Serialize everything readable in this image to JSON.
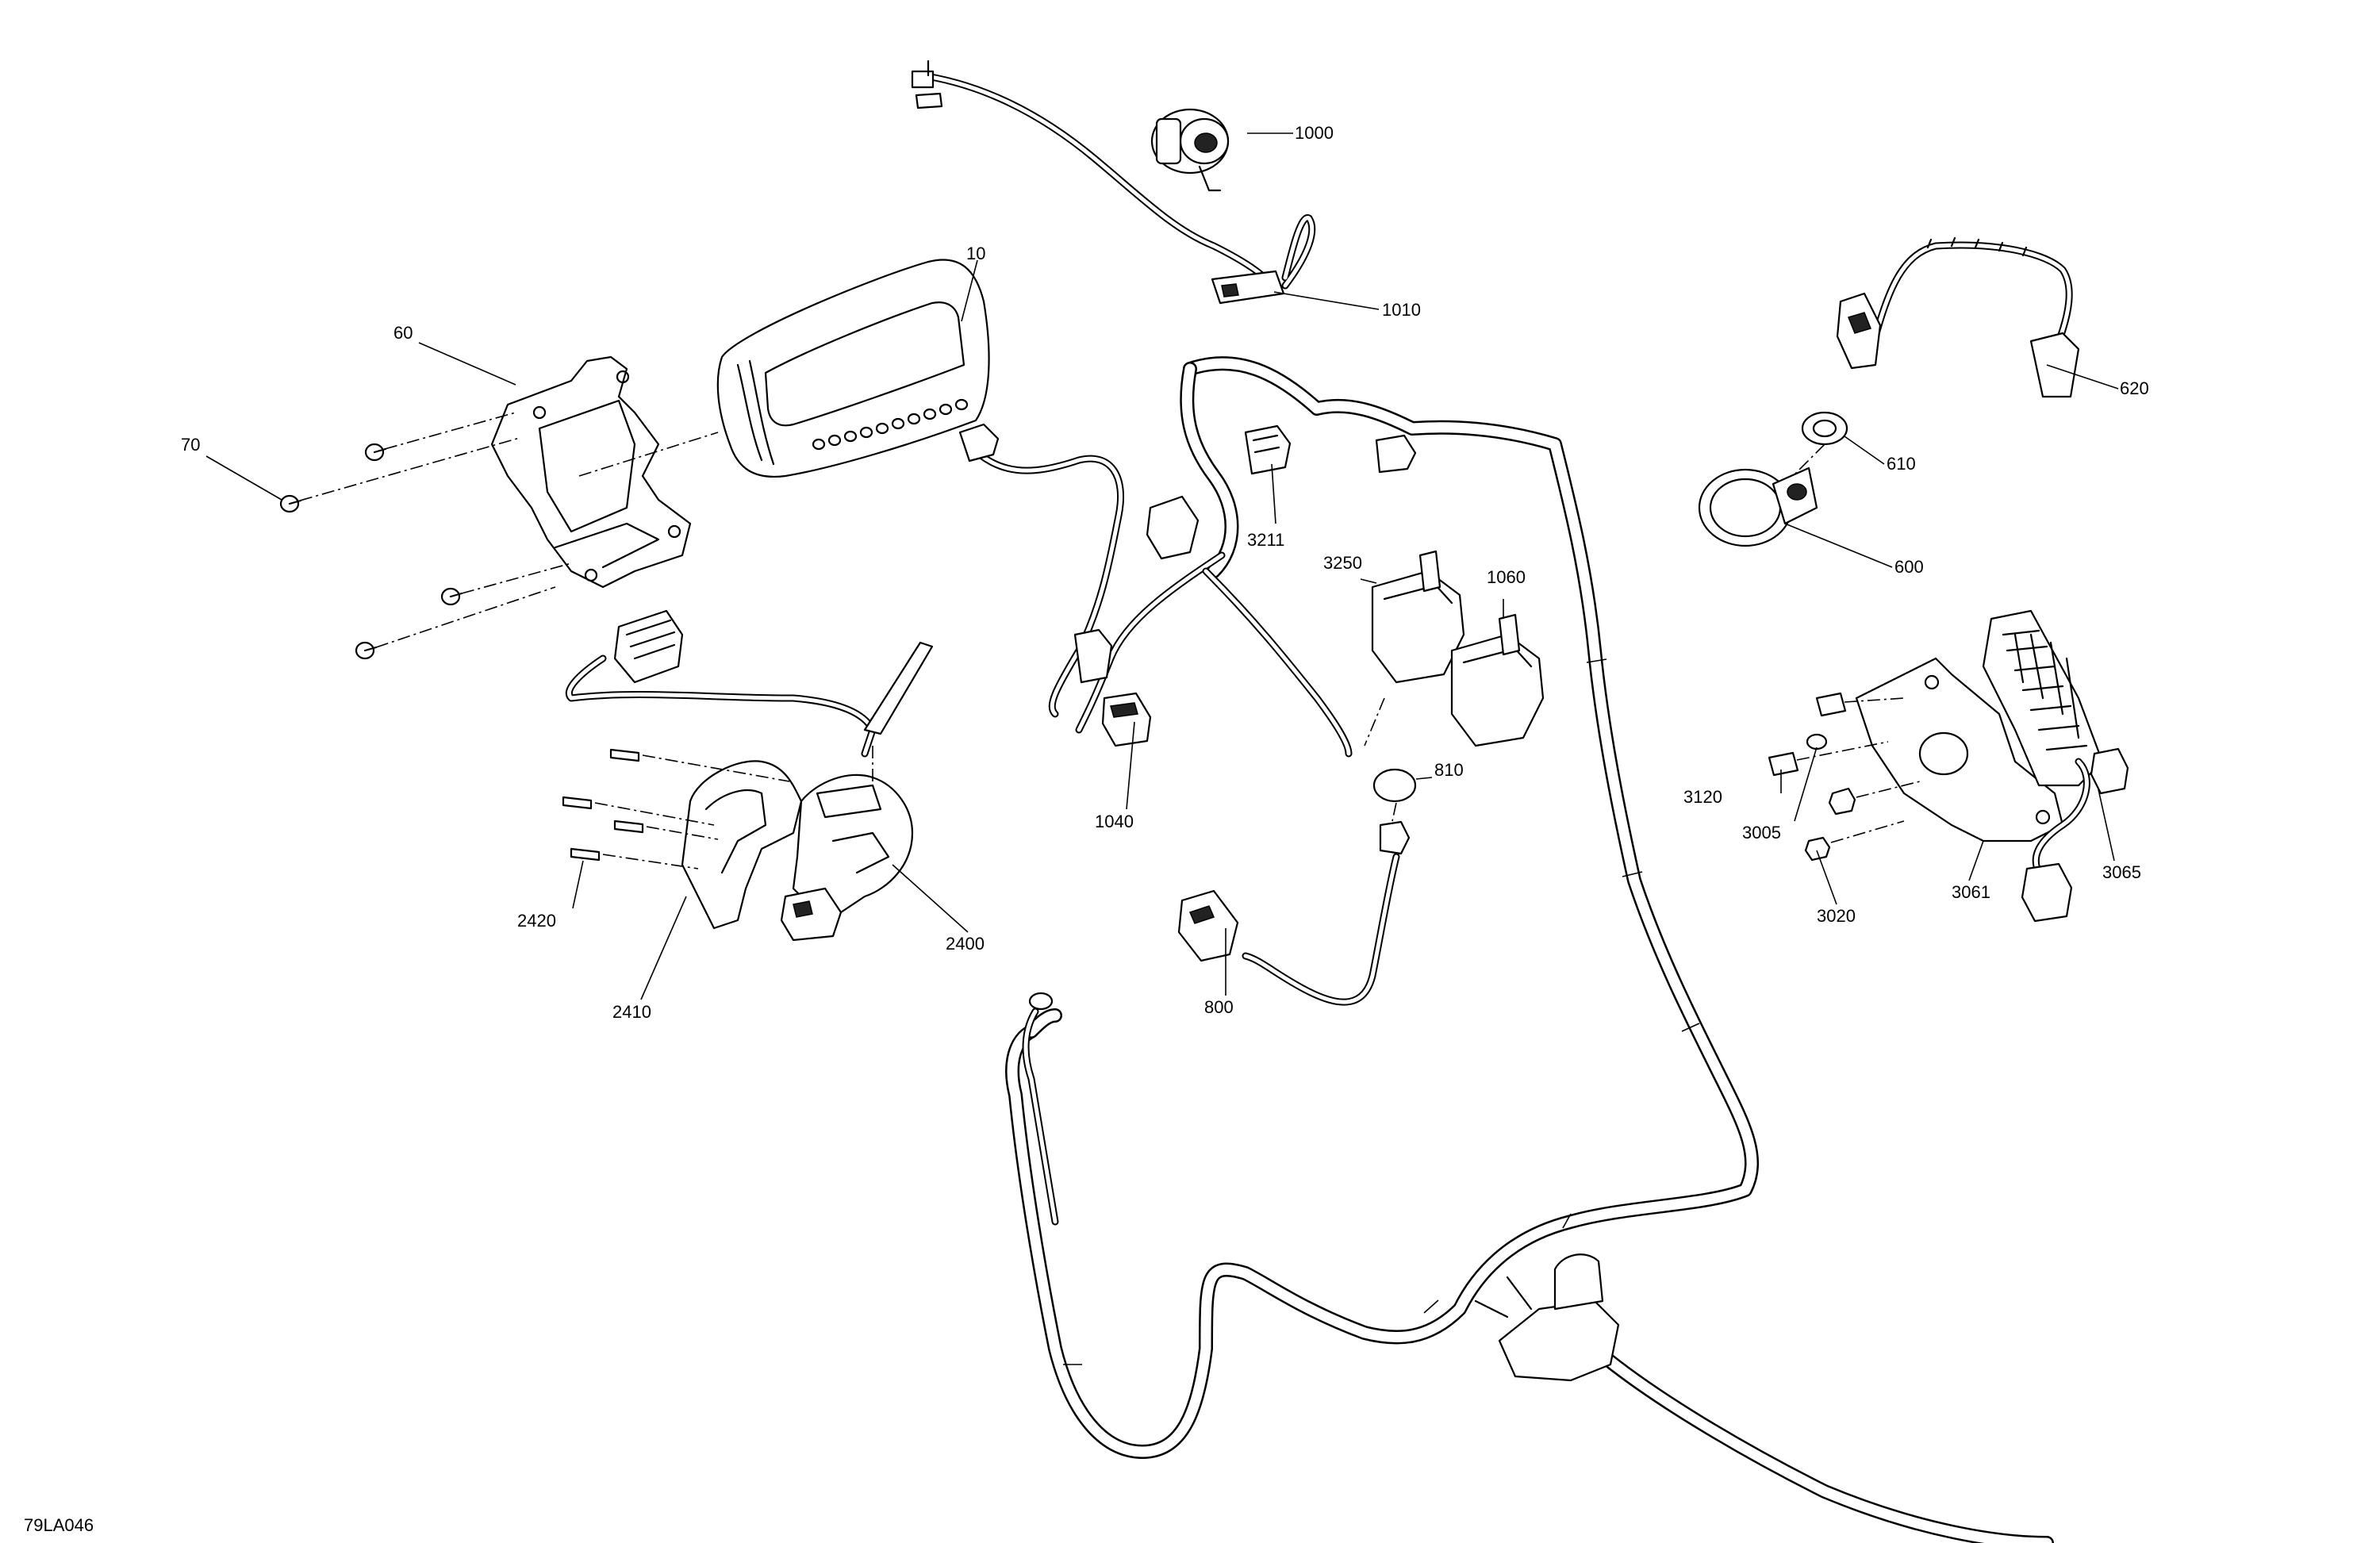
{
  "figure_code": "79LA046",
  "callouts": {
    "c10": "10",
    "c60": "60",
    "c70": "70",
    "c600": "600",
    "c610": "610",
    "c620": "620",
    "c800": "800",
    "c810": "810",
    "c1000": "1000",
    "c1010": "1010",
    "c1040": "1040",
    "c1060": "1060",
    "c2400": "2400",
    "c2410": "2410",
    "c2420": "2420",
    "c3005": "3005",
    "c3020": "3020",
    "c3061": "3061",
    "c3065": "3065",
    "c3120": "3120",
    "c3211": "3211",
    "c3250": "3250"
  }
}
